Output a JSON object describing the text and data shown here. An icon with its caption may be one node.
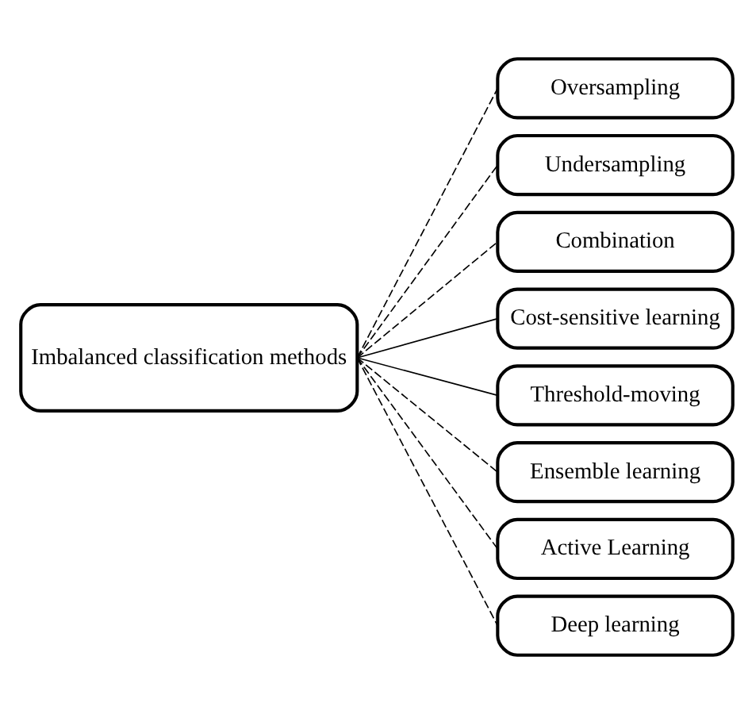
{
  "diagram": {
    "nodes": [
      {
        "text": [
          "Imbalanced classification methods"
        ]
      },
      {
        "text": [
          "Oversampling"
        ]
      },
      {
        "text": [
          "Undersampling"
        ]
      },
      {
        "text": [
          "Combination"
        ]
      },
      {
        "text": [
          "Cost-sensitive learning"
        ]
      },
      {
        "text": [
          "Threshold-moving"
        ]
      },
      {
        "text": [
          "Ensemble learning"
        ]
      },
      {
        "text": [
          "Active Learning"
        ]
      },
      {
        "text": [
          "Deep learning"
        ]
      }
    ],
    "edges": [
      {
        "from": 0,
        "to": 1,
        "arrow": "none",
        "style": "dashed"
      },
      {
        "from": 0,
        "to": 2,
        "arrow": "none",
        "style": "dashed"
      },
      {
        "from": 0,
        "to": 3,
        "arrow": "none",
        "style": "dashed"
      },
      {
        "from": 0,
        "to": 4,
        "arrow": "none"
      },
      {
        "from": 0,
        "to": 5,
        "arrow": "none"
      },
      {
        "from": 0,
        "to": 6,
        "arrow": "none",
        "style": "dashed"
      },
      {
        "from": 0,
        "to": 7,
        "arrow": "none",
        "style": "dashed"
      },
      {
        "from": 0,
        "to": 8,
        "arrow": "none",
        "style": "dashed"
      }
    ]
  }
}
